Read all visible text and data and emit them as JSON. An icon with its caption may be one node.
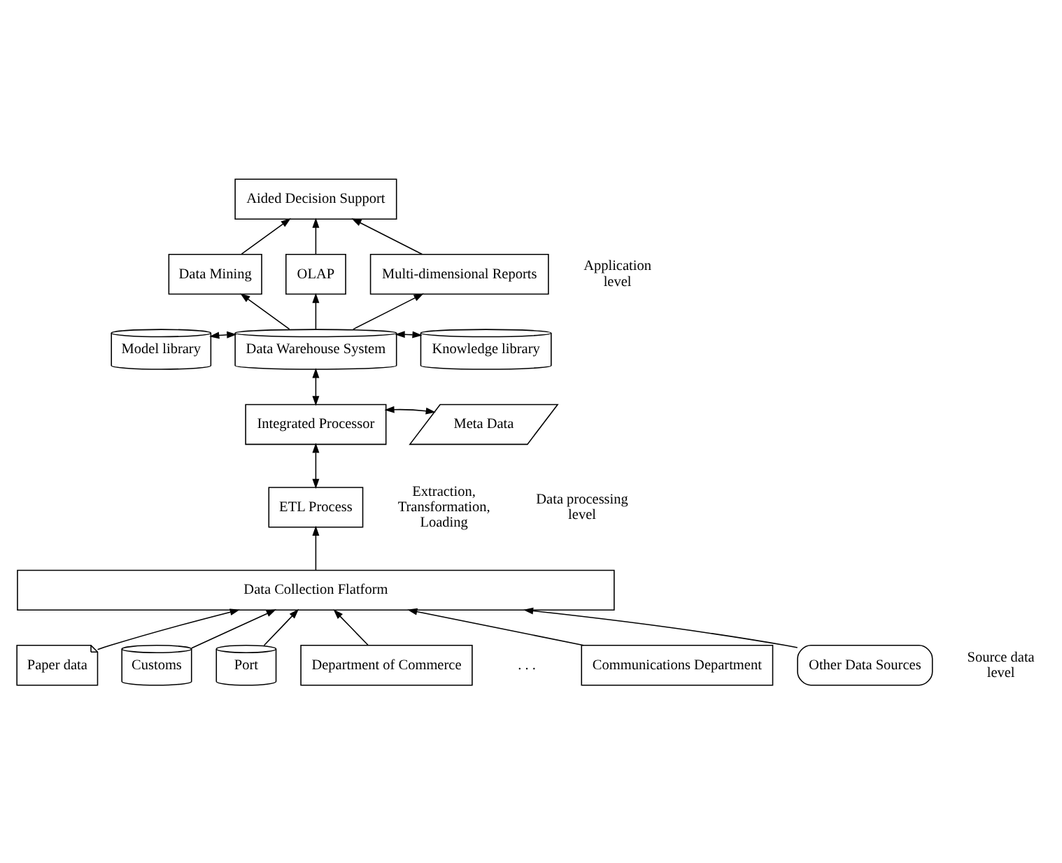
{
  "diagram": {
    "nodes": [
      {
        "text": [
          "Aided Decision Support"
        ]
      },
      {
        "text": [
          "Data Mining"
        ]
      },
      {
        "text": [
          "OLAP"
        ]
      },
      {
        "text": [
          "Multi-dimensional Reports"
        ]
      },
      {
        "text": [
          "Model library"
        ]
      },
      {
        "text": [
          "Data Warehouse System"
        ]
      },
      {
        "text": [
          "Knowledge library"
        ]
      },
      {
        "text": [
          "Integrated Processor"
        ]
      },
      {
        "text": [
          "Meta Data"
        ]
      },
      {
        "text": [
          "ETL Process"
        ],
        "beside": [
          "Extraction, Transformation, Loading"
        ]
      },
      {
        "text": [
          "Data Collection Flatform"
        ]
      },
      {
        "text": [
          "Paper data"
        ]
      },
      {
        "text": [
          "Customs"
        ]
      },
      {
        "text": [
          "Port"
        ]
      },
      {
        "text": [
          "Department of Commerce"
        ]
      },
      {
        "text": [
          "Communications Department"
        ]
      },
      {
        "text": [
          "Other Data Sources"
        ]
      }
    ],
    "edges": [
      {
        "from": 1,
        "to": 0,
        "arrow": "to"
      },
      {
        "from": 2,
        "to": 0,
        "arrow": "to"
      },
      {
        "from": 3,
        "to": 0,
        "arrow": "to"
      },
      {
        "from": 5,
        "to": 1,
        "arrow": "to"
      },
      {
        "from": 5,
        "to": 2,
        "arrow": "to"
      },
      {
        "from": 5,
        "to": 3,
        "arrow": "to"
      },
      {
        "from": 4,
        "to": 5,
        "arrow": "both"
      },
      {
        "from": 5,
        "to": 6,
        "arrow": "both"
      },
      {
        "from": 7,
        "to": 5,
        "arrow": "both"
      },
      {
        "from": 7,
        "to": 8,
        "arrow": "both"
      },
      {
        "from": 9,
        "to": 7,
        "arrow": "both"
      },
      {
        "from": 10,
        "to": 9,
        "arrow": "to"
      },
      {
        "from": 11,
        "to": 10,
        "arrow": "to"
      },
      {
        "from": 12,
        "to": 10,
        "arrow": "to"
      },
      {
        "from": 13,
        "to": 10,
        "arrow": "to"
      },
      {
        "from": 14,
        "to": 10,
        "arrow": "to"
      },
      {
        "from": 15,
        "to": 10,
        "arrow": "to"
      },
      {
        "from": 16,
        "to": 10,
        "arrow": "to"
      }
    ],
    "labels": [
      "Application level",
      "Data processing level",
      ". . .",
      "Source data level"
    ]
  }
}
